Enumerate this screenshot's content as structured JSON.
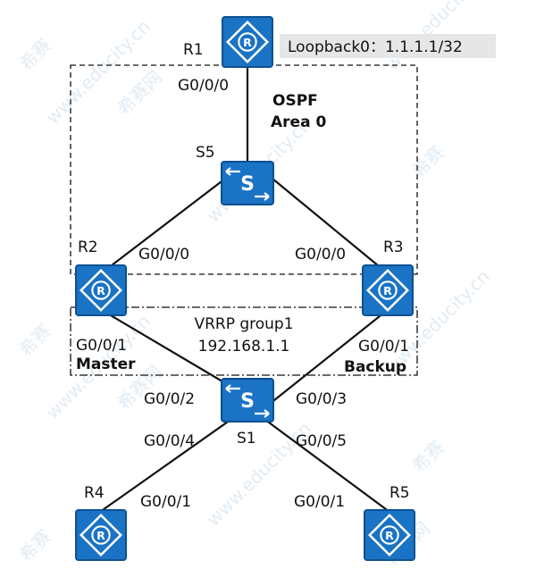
{
  "colors": {
    "device_fill": "#1a73c4",
    "device_edge": "#0d4f8f",
    "link": "#111111",
    "callout_bg": "#e6e6e6"
  },
  "loopback": "Loopback0：1.1.1.1/32",
  "ospf": {
    "line1": "OSPF",
    "line2": "Area 0"
  },
  "vrrp": {
    "line1": "VRRP group1",
    "line2": "192.168.1.1",
    "master": "Master",
    "backup": "Backup"
  },
  "devices": {
    "r1": {
      "name": "R1",
      "icon": "router-icon"
    },
    "r2": {
      "name": "R2",
      "icon": "router-icon"
    },
    "r3": {
      "name": "R3",
      "icon": "router-icon"
    },
    "r4": {
      "name": "R4",
      "icon": "router-icon"
    },
    "r5": {
      "name": "R5",
      "icon": "router-icon"
    },
    "s5": {
      "name": "S5",
      "icon": "switch-icon"
    },
    "s1": {
      "name": "S1",
      "icon": "switch-icon"
    }
  },
  "ports": {
    "r1_down": "G0/0/0",
    "r2_up": "G0/0/0",
    "r3_up": "G0/0/0",
    "r2_down": "G0/0/1",
    "r3_down": "G0/0/1",
    "s1_r2": "G0/0/2",
    "s1_r3": "G0/0/3",
    "s1_r4": "G0/0/4",
    "s1_r5": "G0/0/5",
    "r4_up": "G0/0/1",
    "r5_up": "G0/0/1"
  },
  "watermark": {
    "brand": "希赛",
    "url": "www.educity.cn",
    "net": "希赛网"
  }
}
